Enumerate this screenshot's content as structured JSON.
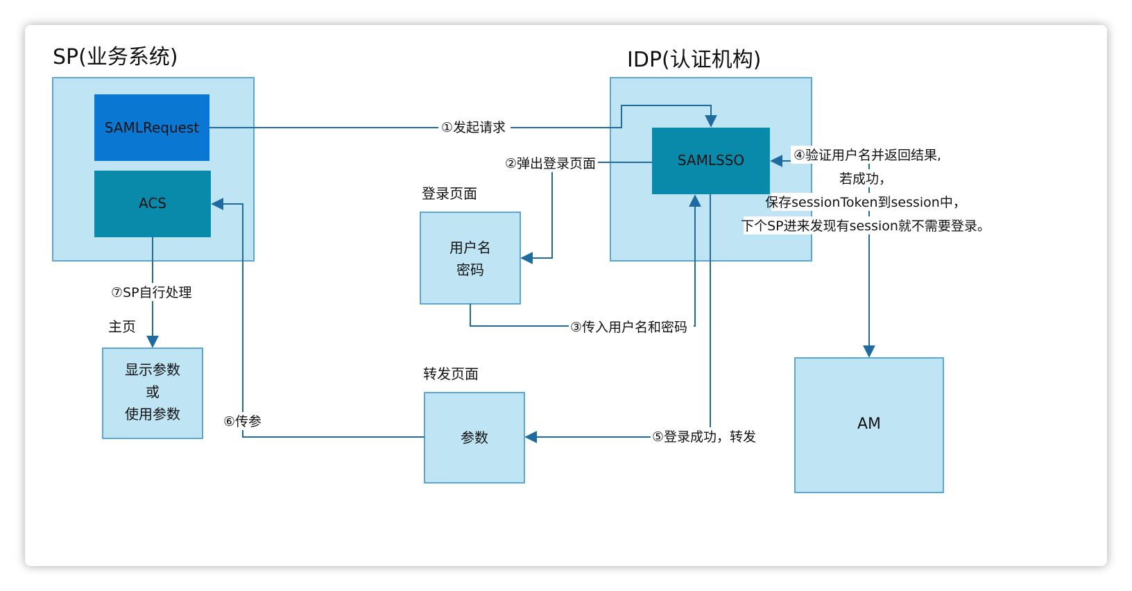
{
  "sp": {
    "title": "SP(业务系统)",
    "saml_request": "SAMLRequest",
    "acs": "ACS"
  },
  "idp": {
    "title": "IDP(认证机构)",
    "samlsso": "SAMLSSO"
  },
  "login_page": {
    "caption": "登录页面",
    "line1": "用户名",
    "line2": "密码"
  },
  "home_page": {
    "caption": "主页",
    "line1": "显示参数",
    "line2": "或",
    "line3": "使用参数"
  },
  "forward_page": {
    "caption": "转发页面",
    "label": "参数"
  },
  "am": {
    "label": "AM"
  },
  "steps": {
    "step1": "①发起请求",
    "step2": "②弹出登录页面",
    "step3": "③传入用户名和密码",
    "step4_line1": "④验证用户名并返回结果,",
    "step4_line2": "若成功，",
    "step4_line3": "保存sessionToken到session中，",
    "step4_line4": "下个SP进来发现有session就不需要登录。",
    "step5": "⑤登录成功，转发",
    "step6": "⑥传参",
    "step7": "⑦SP自行处理"
  },
  "colors": {
    "container_fill": "#bfe5f5",
    "container_stroke": "#5aa6d8",
    "box_blue": "#0a78d2",
    "box_teal": "#0a8aab",
    "line": "#1f6a9e"
  }
}
